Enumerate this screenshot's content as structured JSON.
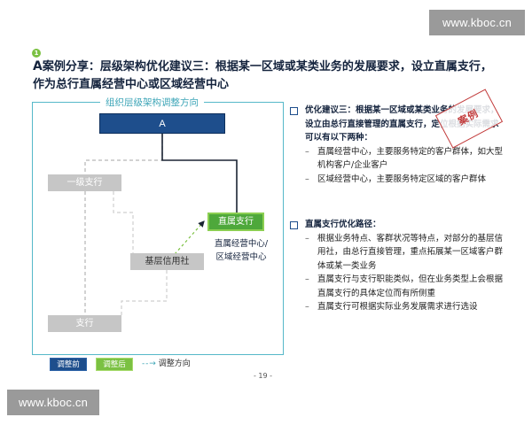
{
  "watermark": {
    "top": "www.kboc.cn",
    "bottom": "www.kboc.cn"
  },
  "page_badge": "1",
  "title": {
    "lead": "A",
    "text": "案例分享：层级架构优化建议三：根据某一区域或某类业务的发展要求，设立直属支行，作为总行直属经营中心或区域经营中心"
  },
  "diagram": {
    "title": "组织层级架构调整方向",
    "nodes": {
      "top": "A",
      "level1": "一级支行",
      "local_coop": "基层信用社",
      "branch": "支行",
      "direct": "直属支行"
    },
    "direct_caption_line1": "直属经营中心/",
    "direct_caption_line2": "区域经营中心"
  },
  "legend": {
    "before": "调整前",
    "after": "调整后",
    "arrow_label": "调整方向"
  },
  "page_number": "- 19 -",
  "stamp": "案例",
  "section1": {
    "heading": "优化建议三：根据某一区域或某类业务的发展要求，设立由总行直接管理的直属支行，定位根据实际需求可以有以下两种：",
    "items": [
      "直属经营中心，主要服务特定的客户群体，如大型机构客户/企业客户",
      "区域经营中心，主要服务特定区域的客户群体"
    ]
  },
  "section2": {
    "heading": "直属支行优化路径：",
    "items": [
      "根据业务特点、客群状况等特点，对部分的基层信用社，由总行直接管理，重点拓展某一区域客户群体或某一类业务",
      "直属支行与支行职能类似，但在业务类型上会根据直属支行的具体定位而有所侧重",
      "直属支行可根据实际业务发展需求进行选设"
    ]
  },
  "colors": {
    "before": "#1e4e8c",
    "after": "#7bc142",
    "frame": "#56b8c9",
    "inactive": "#c6c6c6"
  }
}
